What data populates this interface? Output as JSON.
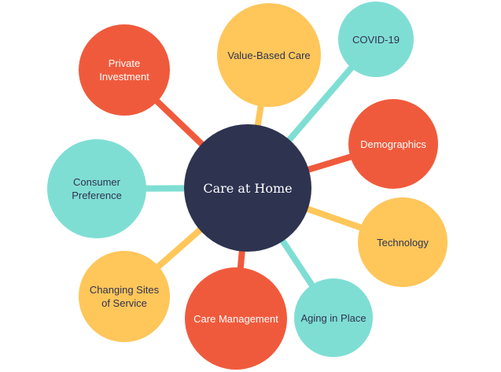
{
  "colors": {
    "navy": "#2e3350",
    "red": "#f05a3c",
    "yellow": "#ffc65a",
    "teal": "#7fded4",
    "dark_text": "#2e3350",
    "light_text": "#ffffff"
  },
  "center": {
    "label": "Care at Home"
  },
  "nodes": [
    {
      "label": "Private Investment",
      "color": "red"
    },
    {
      "label": "Value-Based Care",
      "color": "yellow"
    },
    {
      "label": "COVID-19",
      "color": "teal"
    },
    {
      "label": "Demographics",
      "color": "red"
    },
    {
      "label": "Technology",
      "color": "yellow"
    },
    {
      "label": "Aging in Place",
      "color": "teal"
    },
    {
      "label": "Care Management",
      "color": "red"
    },
    {
      "label": "Changing Sites of Service",
      "color": "yellow"
    },
    {
      "label": "Consumer Preference",
      "color": "teal"
    }
  ]
}
